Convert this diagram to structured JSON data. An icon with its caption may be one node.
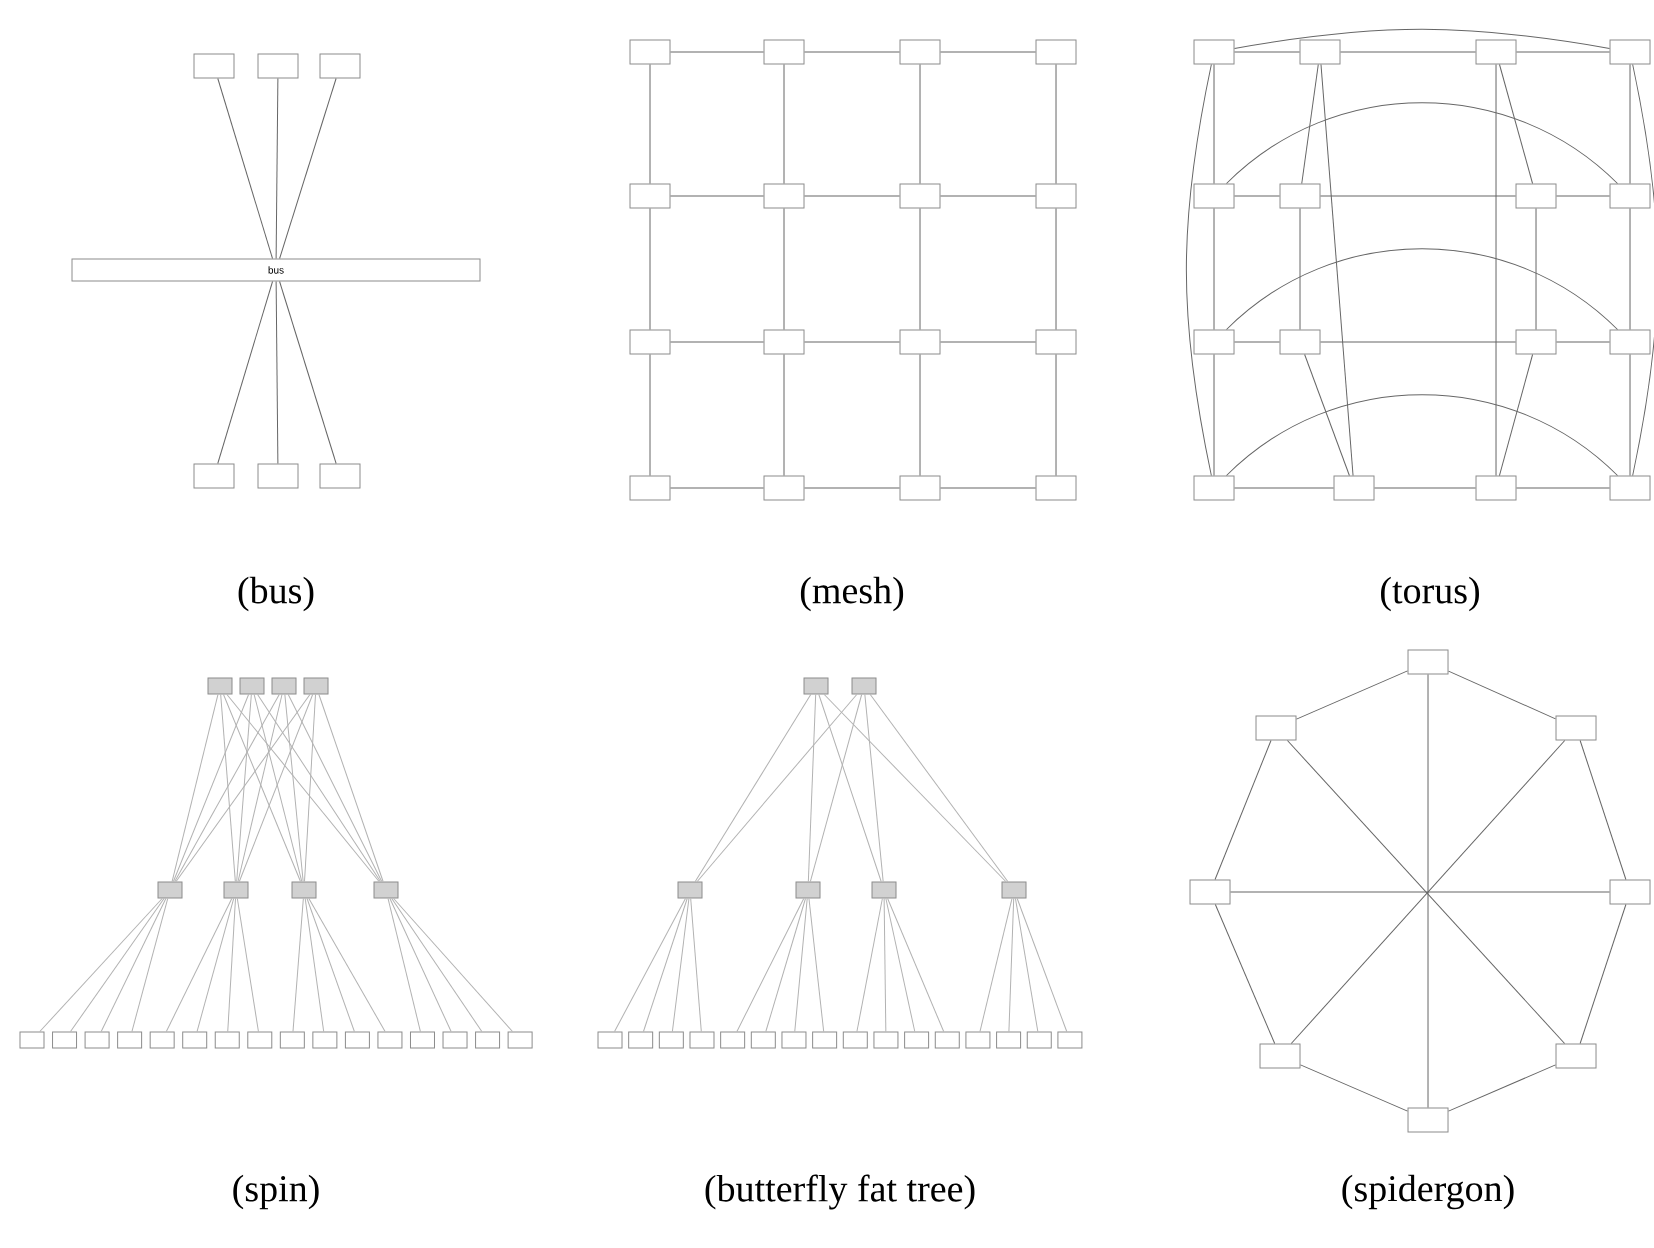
{
  "diagram": {
    "nodes": [
      {
        "text": [],
        "shape": "box"
      },
      {
        "text": [],
        "shape": "box"
      },
      {
        "text": [],
        "shape": "box"
      },
      {
        "text": [
          "bus"
        ]
      },
      {
        "text": [],
        "shape": "box"
      },
      {
        "text": [],
        "shape": "box"
      },
      {
        "text": [],
        "shape": "box"
      },
      {
        "text": [],
        "shape": "box"
      },
      {
        "text": [],
        "shape": "box"
      },
      {
        "text": [],
        "shape": "box"
      },
      {
        "text": [],
        "shape": "box"
      },
      {
        "text": [],
        "shape": "box"
      },
      {
        "text": [],
        "shape": "box"
      },
      {
        "text": [],
        "shape": "box"
      },
      {
        "text": [],
        "shape": "box"
      },
      {
        "text": [],
        "shape": "box"
      },
      {
        "text": [],
        "shape": "box"
      },
      {
        "text": [],
        "shape": "box"
      },
      {
        "text": [],
        "shape": "box"
      },
      {
        "text": [],
        "shape": "box"
      },
      {
        "text": [],
        "shape": "box"
      },
      {
        "text": [],
        "shape": "box"
      },
      {
        "text": [],
        "shape": "box"
      },
      {
        "text": [],
        "shape": "box"
      },
      {
        "text": [],
        "shape": "box"
      },
      {
        "text": [],
        "shape": "box"
      },
      {
        "text": [],
        "shape": "box"
      },
      {
        "text": [],
        "shape": "box"
      },
      {
        "text": [],
        "shape": "box"
      },
      {
        "text": [],
        "shape": "box"
      },
      {
        "text": [],
        "shape": "box"
      },
      {
        "text": [],
        "shape": "box"
      },
      {
        "text": [],
        "shape": "box"
      },
      {
        "text": [],
        "shape": "box"
      },
      {
        "text": [],
        "shape": "box"
      },
      {
        "text": [],
        "shape": "box"
      },
      {
        "text": [],
        "shape": "box"
      },
      {
        "text": [],
        "shape": "box"
      },
      {
        "text": [],
        "shape": "box"
      },
      {
        "text": [],
        "shape": "box"
      },
      {
        "text": [],
        "shape": "box"
      },
      {
        "text": [],
        "shape": "box"
      },
      {
        "text": [],
        "shape": "box"
      },
      {
        "text": [],
        "shape": "box"
      },
      {
        "text": [],
        "shape": "box"
      },
      {
        "text": [],
        "shape": "box"
      },
      {
        "text": [],
        "shape": "box"
      },
      {
        "text": [],
        "shape": "box"
      },
      {
        "text": [],
        "shape": "box"
      },
      {
        "text": [],
        "shape": "box"
      },
      {
        "text": [],
        "shape": "box"
      },
      {
        "text": [],
        "shape": "box"
      },
      {
        "text": [],
        "shape": "box"
      },
      {
        "text": [],
        "shape": "box"
      },
      {
        "text": [],
        "shape": "box"
      },
      {
        "text": [],
        "shape": "box"
      },
      {
        "text": [],
        "shape": "box"
      },
      {
        "text": [],
        "shape": "box"
      },
      {
        "text": [],
        "shape": "box"
      },
      {
        "text": [],
        "shape": "box"
      },
      {
        "text": [],
        "shape": "box"
      },
      {
        "text": [],
        "shape": "box"
      },
      {
        "text": [],
        "shape": "box"
      },
      {
        "text": [],
        "shape": "box"
      },
      {
        "text": [],
        "shape": "box"
      },
      {
        "text": [],
        "shape": "box"
      },
      {
        "text": [],
        "shape": "box"
      },
      {
        "text": [],
        "shape": "box"
      },
      {
        "text": [],
        "shape": "box"
      },
      {
        "text": [],
        "shape": "box"
      },
      {
        "text": [],
        "shape": "box"
      },
      {
        "text": [],
        "shape": "box"
      },
      {
        "text": [],
        "shape": "box"
      },
      {
        "text": [],
        "shape": "box"
      },
      {
        "text": [],
        "shape": "box"
      },
      {
        "text": [],
        "shape": "box"
      },
      {
        "text": [],
        "shape": "box"
      },
      {
        "text": [],
        "shape": "box"
      },
      {
        "text": [],
        "shape": "box"
      },
      {
        "text": [],
        "shape": "box"
      },
      {
        "text": [],
        "shape": "box"
      },
      {
        "text": [],
        "shape": "box"
      },
      {
        "text": [],
        "shape": "box"
      },
      {
        "text": [],
        "shape": "box"
      },
      {
        "text": [],
        "shape": "box"
      },
      {
        "text": [],
        "shape": "box"
      },
      {
        "text": [],
        "shape": "box"
      },
      {
        "text": [],
        "shape": "box"
      },
      {
        "text": [],
        "shape": "box"
      },
      {
        "text": [],
        "shape": "box"
      },
      {
        "text": [],
        "shape": "box"
      },
      {
        "text": [],
        "shape": "box"
      },
      {
        "text": [],
        "shape": "box"
      }
    ],
    "edges": [
      {
        "from": 0,
        "to": 3,
        "arrow": "none"
      },
      {
        "from": 1,
        "to": 3,
        "arrow": "none"
      },
      {
        "from": 2,
        "to": 3,
        "arrow": "none"
      },
      {
        "from": 3,
        "to": 4,
        "arrow": "none"
      },
      {
        "from": 3,
        "to": 5,
        "arrow": "none"
      },
      {
        "from": 3,
        "to": 6,
        "arrow": "none"
      },
      {
        "from": 7,
        "to": 8,
        "arrow": "none"
      },
      {
        "from": 8,
        "to": 9,
        "arrow": "none"
      },
      {
        "from": 9,
        "to": 10,
        "arrow": "none"
      },
      {
        "from": 11,
        "to": 12,
        "arrow": "none"
      },
      {
        "from": 12,
        "to": 13,
        "arrow": "none"
      },
      {
        "from": 13,
        "to": 14,
        "arrow": "none"
      },
      {
        "from": 15,
        "to": 16,
        "arrow": "none"
      },
      {
        "from": 16,
        "to": 17,
        "arrow": "none"
      },
      {
        "from": 17,
        "to": 18,
        "arrow": "none"
      },
      {
        "from": 19,
        "to": 20,
        "arrow": "none"
      },
      {
        "from": 20,
        "to": 21,
        "arrow": "none"
      },
      {
        "from": 21,
        "to": 22,
        "arrow": "none"
      },
      {
        "from": 7,
        "to": 11,
        "arrow": "none"
      },
      {
        "from": 8,
        "to": 12,
        "arrow": "none"
      },
      {
        "from": 9,
        "to": 13,
        "arrow": "none"
      },
      {
        "from": 10,
        "to": 14,
        "arrow": "none"
      },
      {
        "from": 11,
        "to": 15,
        "arrow": "none"
      },
      {
        "from": 12,
        "to": 16,
        "arrow": "none"
      },
      {
        "from": 13,
        "to": 17,
        "arrow": "none"
      },
      {
        "from": 14,
        "to": 18,
        "arrow": "none"
      },
      {
        "from": 15,
        "to": 19,
        "arrow": "none"
      },
      {
        "from": 16,
        "to": 20,
        "arrow": "none"
      },
      {
        "from": 17,
        "to": 21,
        "arrow": "none"
      },
      {
        "from": 18,
        "to": 22,
        "arrow": "none"
      },
      {
        "from": 23,
        "to": 24,
        "arrow": "none"
      },
      {
        "from": 24,
        "to": 25,
        "arrow": "none"
      },
      {
        "from": 25,
        "to": 26,
        "arrow": "none"
      },
      {
        "from": 27,
        "to": 28,
        "arrow": "none"
      },
      {
        "from": 28,
        "to": 29,
        "arrow": "none"
      },
      {
        "from": 29,
        "to": 30,
        "arrow": "none"
      },
      {
        "from": 31,
        "to": 32,
        "arrow": "none"
      },
      {
        "from": 32,
        "to": 33,
        "arrow": "none"
      },
      {
        "from": 33,
        "to": 34,
        "arrow": "none"
      },
      {
        "from": 35,
        "to": 36,
        "arrow": "none"
      },
      {
        "from": 36,
        "to": 37,
        "arrow": "none"
      },
      {
        "from": 37,
        "to": 38,
        "arrow": "none"
      },
      {
        "from": 23,
        "to": 26,
        "arrow": "none"
      },
      {
        "from": 27,
        "to": 30,
        "arrow": "none"
      },
      {
        "from": 31,
        "to": 34,
        "arrow": "none"
      },
      {
        "from": 35,
        "to": 38,
        "arrow": "none"
      },
      {
        "from": 23,
        "to": 27,
        "arrow": "none"
      },
      {
        "from": 24,
        "to": 28,
        "arrow": "none"
      },
      {
        "from": 25,
        "to": 29,
        "arrow": "none"
      },
      {
        "from": 26,
        "to": 30,
        "arrow": "none"
      },
      {
        "from": 27,
        "to": 31,
        "arrow": "none"
      },
      {
        "from": 28,
        "to": 32,
        "arrow": "none"
      },
      {
        "from": 29,
        "to": 33,
        "arrow": "none"
      },
      {
        "from": 30,
        "to": 34,
        "arrow": "none"
      },
      {
        "from": 31,
        "to": 35,
        "arrow": "none"
      },
      {
        "from": 32,
        "to": 36,
        "arrow": "none"
      },
      {
        "from": 33,
        "to": 37,
        "arrow": "none"
      },
      {
        "from": 34,
        "to": 38,
        "arrow": "none"
      },
      {
        "from": 23,
        "to": 35,
        "arrow": "none"
      },
      {
        "from": 24,
        "to": 36,
        "arrow": "none"
      },
      {
        "from": 25,
        "to": 37,
        "arrow": "none"
      },
      {
        "from": 26,
        "to": 38,
        "arrow": "none"
      },
      {
        "from": 39,
        "to": 43,
        "arrow": "none"
      },
      {
        "from": 39,
        "to": 44,
        "arrow": "none"
      },
      {
        "from": 39,
        "to": 45,
        "arrow": "none"
      },
      {
        "from": 39,
        "to": 46,
        "arrow": "none"
      },
      {
        "from": 40,
        "to": 43,
        "arrow": "none"
      },
      {
        "from": 40,
        "to": 44,
        "arrow": "none"
      },
      {
        "from": 40,
        "to": 45,
        "arrow": "none"
      },
      {
        "from": 40,
        "to": 46,
        "arrow": "none"
      },
      {
        "from": 41,
        "to": 43,
        "arrow": "none"
      },
      {
        "from": 41,
        "to": 44,
        "arrow": "none"
      },
      {
        "from": 41,
        "to": 45,
        "arrow": "none"
      },
      {
        "from": 41,
        "to": 46,
        "arrow": "none"
      },
      {
        "from": 42,
        "to": 43,
        "arrow": "none"
      },
      {
        "from": 42,
        "to": 44,
        "arrow": "none"
      },
      {
        "from": 42,
        "to": 45,
        "arrow": "none"
      },
      {
        "from": 42,
        "to": 46,
        "arrow": "none"
      },
      {
        "from": 43,
        "to": 47,
        "arrow": "none"
      },
      {
        "from": 43,
        "to": 48,
        "arrow": "none"
      },
      {
        "from": 43,
        "to": 49,
        "arrow": "none"
      },
      {
        "from": 43,
        "to": 50,
        "arrow": "none"
      },
      {
        "from": 44,
        "to": 51,
        "arrow": "none"
      },
      {
        "from": 44,
        "to": 52,
        "arrow": "none"
      },
      {
        "from": 44,
        "to": 53,
        "arrow": "none"
      },
      {
        "from": 44,
        "to": 54,
        "arrow": "none"
      },
      {
        "from": 45,
        "to": 55,
        "arrow": "none"
      },
      {
        "from": 45,
        "to": 56,
        "arrow": "none"
      },
      {
        "from": 45,
        "to": 57,
        "arrow": "none"
      },
      {
        "from": 45,
        "to": 58,
        "arrow": "none"
      },
      {
        "from": 46,
        "to": 59,
        "arrow": "none"
      },
      {
        "from": 46,
        "to": 60,
        "arrow": "none"
      },
      {
        "from": 46,
        "to": 61,
        "arrow": "none"
      },
      {
        "from": 46,
        "to": 62,
        "arrow": "none"
      },
      {
        "from": 63,
        "to": 65,
        "arrow": "none"
      },
      {
        "from": 63,
        "to": 66,
        "arrow": "none"
      },
      {
        "from": 63,
        "to": 67,
        "arrow": "none"
      },
      {
        "from": 63,
        "to": 68,
        "arrow": "none"
      },
      {
        "from": 64,
        "to": 65,
        "arrow": "none"
      },
      {
        "from": 64,
        "to": 66,
        "arrow": "none"
      },
      {
        "from": 64,
        "to": 67,
        "arrow": "none"
      },
      {
        "from": 64,
        "to": 68,
        "arrow": "none"
      },
      {
        "from": 65,
        "to": 69,
        "arrow": "none"
      },
      {
        "from": 65,
        "to": 70,
        "arrow": "none"
      },
      {
        "from": 65,
        "to": 71,
        "arrow": "none"
      },
      {
        "from": 65,
        "to": 72,
        "arrow": "none"
      },
      {
        "from": 66,
        "to": 73,
        "arrow": "none"
      },
      {
        "from": 66,
        "to": 74,
        "arrow": "none"
      },
      {
        "from": 66,
        "to": 75,
        "arrow": "none"
      },
      {
        "from": 66,
        "to": 76,
        "arrow": "none"
      },
      {
        "from": 67,
        "to": 77,
        "arrow": "none"
      },
      {
        "from": 67,
        "to": 78,
        "arrow": "none"
      },
      {
        "from": 67,
        "to": 79,
        "arrow": "none"
      },
      {
        "from": 67,
        "to": 80,
        "arrow": "none"
      },
      {
        "from": 68,
        "to": 81,
        "arrow": "none"
      },
      {
        "from": 68,
        "to": 82,
        "arrow": "none"
      },
      {
        "from": 68,
        "to": 83,
        "arrow": "none"
      },
      {
        "from": 68,
        "to": 84,
        "arrow": "none"
      },
      {
        "from": 85,
        "to": 86,
        "arrow": "none"
      },
      {
        "from": 86,
        "to": 87,
        "arrow": "none"
      },
      {
        "from": 87,
        "to": 88,
        "arrow": "none"
      },
      {
        "from": 88,
        "to": 89,
        "arrow": "none"
      },
      {
        "from": 89,
        "to": 90,
        "arrow": "none"
      },
      {
        "from": 90,
        "to": 91,
        "arrow": "none"
      },
      {
        "from": 91,
        "to": 92,
        "arrow": "none"
      },
      {
        "from": 92,
        "to": 85,
        "arrow": "none"
      },
      {
        "from": 85,
        "to": 89,
        "arrow": "none"
      },
      {
        "from": 86,
        "to": 90,
        "arrow": "none"
      },
      {
        "from": 87,
        "to": 91,
        "arrow": "none"
      },
      {
        "from": 88,
        "to": 92,
        "arrow": "none"
      }
    ],
    "labels": [
      "(bus)",
      "(mesh)",
      "(torus)",
      "(spin)",
      "(butterfly fat tree)",
      "(spidergon)"
    ]
  }
}
